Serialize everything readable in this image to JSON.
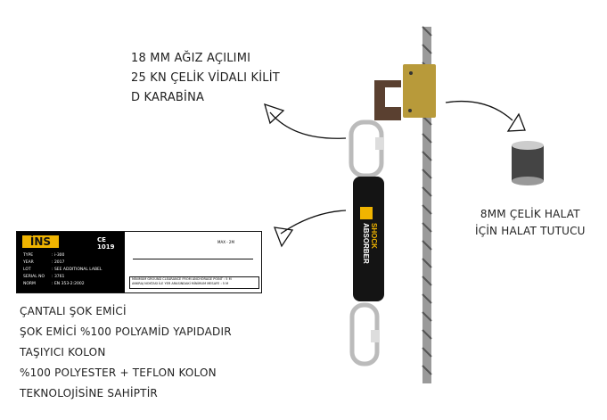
{
  "callouts": {
    "carabiner": [
      "18 MM AĞIZ AÇILIMI",
      "25 KN ÇELİK VİDALI KİLİT",
      "D KARABİNA"
    ],
    "rope_grab": [
      "8MM ÇELİK HALAT",
      "İÇİN HALAT TUTUCU"
    ],
    "absorber": [
      "ÇANTALI ŞOK EMİCİ",
      "ŞOK EMİCİ %100 POLYAMİD YAPIDADIR",
      "TAŞIYICI KOLON",
      "%100 POLYESTER + TEFLON KOLON",
      "TEKNOLOJİSİNE SAHİPTİR"
    ]
  },
  "product_label": {
    "brand": "İNS",
    "cert": "CE 1019",
    "rows": [
      [
        "TYPE",
        ": i-300"
      ],
      [
        "YEAR",
        ": 2017"
      ],
      [
        "LOT",
        ": SEE ADDITIONAL LABEL"
      ],
      [
        "SERIAL NO",
        ": 3761"
      ],
      [
        "NORM",
        ": EN 353-2:2002"
      ]
    ],
    "footer": [
      "MINIMUM GROUND CLEARANCE FROM ANCHORAGE POINT : 5 M",
      "ANKRAJ NOKTASI İLE YER ARASINDAKİ MİNİMUM MESAFE : 5 M"
    ],
    "dimension": "MAX - 2M"
  },
  "absorber_text": [
    "SHOCK",
    "ABSORBER"
  ],
  "colors": {
    "brass": "#b89a3a",
    "bracket": "#5a4030",
    "absorber": "#141414",
    "accent": "#f0b400"
  }
}
